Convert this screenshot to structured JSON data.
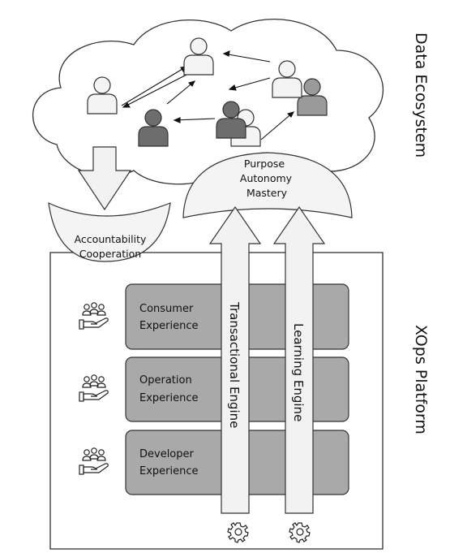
{
  "ecosystem": {
    "title": "Data Ecosystem",
    "values_lines": [
      "Purpose",
      "Autonomy",
      "Mastery"
    ]
  },
  "accountability": {
    "lines": [
      "Accountability",
      "Cooperation"
    ]
  },
  "platform": {
    "title": "XOps Platform",
    "experiences": [
      {
        "lines": [
          "Consumer",
          "Experience"
        ]
      },
      {
        "lines": [
          "Operation",
          "Experience"
        ]
      },
      {
        "lines": [
          "Developer",
          "Experience"
        ]
      }
    ],
    "engines": [
      "Transactional Engine",
      "Learning Engine"
    ]
  },
  "icons": {
    "person": "person-icon",
    "people_hand": "people-hand-icon",
    "gear": "gear-icon"
  },
  "colors": {
    "person_light": "#f4f4f4",
    "person_dark": "#6d6d6d",
    "person_mid": "#9a9a9a",
    "experience_fill": "#a9a9a9",
    "arrow_fill": "#f2f2f2",
    "stroke": "#222222"
  }
}
